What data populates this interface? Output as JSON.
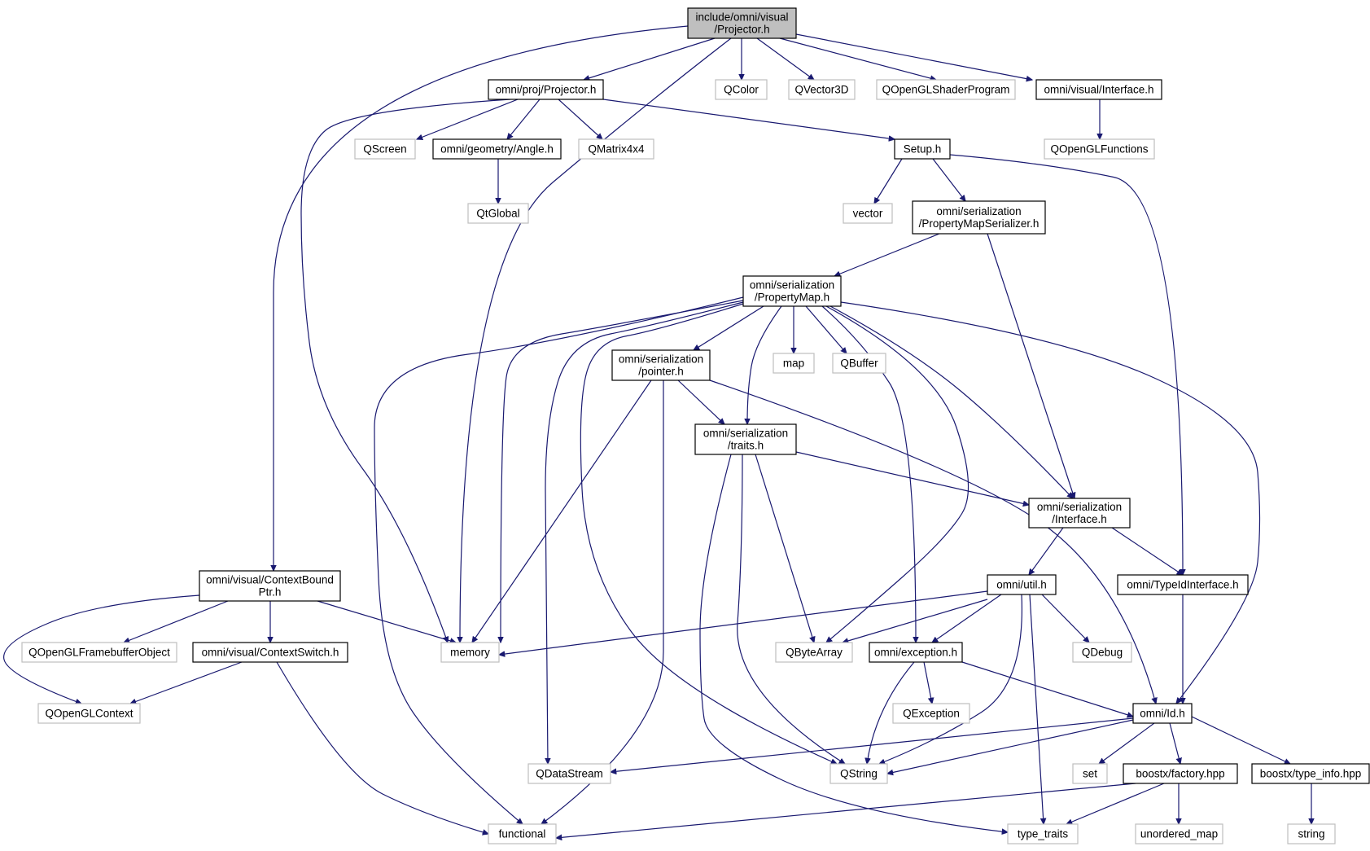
{
  "colors": {
    "edge": "#191970",
    "internal_border": "#000000",
    "external_border": "#bfbfbf",
    "root_fill": "#bfbfbf",
    "background": "#ffffff"
  },
  "nodes": [
    {
      "id": "root",
      "lines": [
        "include/omni/visual",
        "/Projector.h"
      ],
      "kind": "root"
    },
    {
      "id": "projh",
      "lines": [
        "omni/proj/Projector.h"
      ],
      "kind": "internal"
    },
    {
      "id": "qcolor",
      "lines": [
        "QColor"
      ],
      "kind": "external"
    },
    {
      "id": "qvector3d",
      "lines": [
        "QVector3D"
      ],
      "kind": "external"
    },
    {
      "id": "qshader",
      "lines": [
        "QOpenGLShaderProgram"
      ],
      "kind": "external"
    },
    {
      "id": "visiface",
      "lines": [
        "omni/visual/Interface.h"
      ],
      "kind": "internal"
    },
    {
      "id": "qscreen",
      "lines": [
        "QScreen"
      ],
      "kind": "external"
    },
    {
      "id": "angle",
      "lines": [
        "omni/geometry/Angle.h"
      ],
      "kind": "internal"
    },
    {
      "id": "qmatrix",
      "lines": [
        "QMatrix4x4"
      ],
      "kind": "external"
    },
    {
      "id": "setup",
      "lines": [
        "Setup.h"
      ],
      "kind": "internal"
    },
    {
      "id": "qglfunc",
      "lines": [
        "QOpenGLFunctions"
      ],
      "kind": "external"
    },
    {
      "id": "qtglobal",
      "lines": [
        "QtGlobal"
      ],
      "kind": "external"
    },
    {
      "id": "vector",
      "lines": [
        "vector"
      ],
      "kind": "external"
    },
    {
      "id": "pmser",
      "lines": [
        "omni/serialization",
        "/PropertyMapSerializer.h"
      ],
      "kind": "internal"
    },
    {
      "id": "pm",
      "lines": [
        "omni/serialization",
        "/PropertyMap.h"
      ],
      "kind": "internal"
    },
    {
      "id": "ptr",
      "lines": [
        "omni/serialization",
        "/pointer.h"
      ],
      "kind": "internal"
    },
    {
      "id": "map",
      "lines": [
        "map"
      ],
      "kind": "external"
    },
    {
      "id": "qbuffer",
      "lines": [
        "QBuffer"
      ],
      "kind": "external"
    },
    {
      "id": "traits",
      "lines": [
        "omni/serialization",
        "/traits.h"
      ],
      "kind": "internal"
    },
    {
      "id": "seriface",
      "lines": [
        "omni/serialization",
        "/Interface.h"
      ],
      "kind": "internal"
    },
    {
      "id": "cbp",
      "lines": [
        "omni/visual/ContextBound",
        "Ptr.h"
      ],
      "kind": "internal"
    },
    {
      "id": "util",
      "lines": [
        "omni/util.h"
      ],
      "kind": "internal"
    },
    {
      "id": "typeid",
      "lines": [
        "omni/TypeIdInterface.h"
      ],
      "kind": "internal"
    },
    {
      "id": "qfbo",
      "lines": [
        "QOpenGLFramebufferObject"
      ],
      "kind": "external"
    },
    {
      "id": "ctxswitch",
      "lines": [
        "omni/visual/ContextSwitch.h"
      ],
      "kind": "internal"
    },
    {
      "id": "memory",
      "lines": [
        "memory"
      ],
      "kind": "external"
    },
    {
      "id": "qbytearray",
      "lines": [
        "QByteArray"
      ],
      "kind": "external"
    },
    {
      "id": "exc",
      "lines": [
        "omni/exception.h"
      ],
      "kind": "internal"
    },
    {
      "id": "qdebug",
      "lines": [
        "QDebug"
      ],
      "kind": "external"
    },
    {
      "id": "qglctx",
      "lines": [
        "QOpenGLContext"
      ],
      "kind": "external"
    },
    {
      "id": "qexception",
      "lines": [
        "QException"
      ],
      "kind": "external"
    },
    {
      "id": "idh",
      "lines": [
        "omni/Id.h"
      ],
      "kind": "internal"
    },
    {
      "id": "qdatastream",
      "lines": [
        "QDataStream"
      ],
      "kind": "external"
    },
    {
      "id": "qstring",
      "lines": [
        "QString"
      ],
      "kind": "external"
    },
    {
      "id": "set",
      "lines": [
        "set"
      ],
      "kind": "external"
    },
    {
      "id": "factory",
      "lines": [
        "boostx/factory.hpp"
      ],
      "kind": "internal"
    },
    {
      "id": "typeinfo",
      "lines": [
        "boostx/type_info.hpp"
      ],
      "kind": "internal"
    },
    {
      "id": "functional",
      "lines": [
        "functional"
      ],
      "kind": "external"
    },
    {
      "id": "typetraits",
      "lines": [
        "type_traits"
      ],
      "kind": "external"
    },
    {
      "id": "unordered",
      "lines": [
        "unordered_map"
      ],
      "kind": "external"
    },
    {
      "id": "string",
      "lines": [
        "string"
      ],
      "kind": "external"
    }
  ],
  "edges": [
    {
      "from": "root",
      "to": "cbp"
    },
    {
      "from": "root",
      "to": "projh"
    },
    {
      "from": "root",
      "to": "memory"
    },
    {
      "from": "root",
      "to": "qcolor"
    },
    {
      "from": "root",
      "to": "qvector3d"
    },
    {
      "from": "root",
      "to": "qshader"
    },
    {
      "from": "root",
      "to": "visiface"
    },
    {
      "from": "projh",
      "to": "memory"
    },
    {
      "from": "projh",
      "to": "qscreen"
    },
    {
      "from": "projh",
      "to": "angle"
    },
    {
      "from": "projh",
      "to": "qmatrix"
    },
    {
      "from": "projh",
      "to": "setup"
    },
    {
      "from": "visiface",
      "to": "qglfunc"
    },
    {
      "from": "angle",
      "to": "qtglobal"
    },
    {
      "from": "setup",
      "to": "vector"
    },
    {
      "from": "setup",
      "to": "pmser"
    },
    {
      "from": "setup",
      "to": "typeid"
    },
    {
      "from": "pmser",
      "to": "pm"
    },
    {
      "from": "pmser",
      "to": "seriface"
    },
    {
      "from": "pm",
      "to": "functional"
    },
    {
      "from": "pm",
      "to": "memory"
    },
    {
      "from": "pm",
      "to": "qdatastream"
    },
    {
      "from": "pm",
      "to": "qstring"
    },
    {
      "from": "pm",
      "to": "ptr"
    },
    {
      "from": "pm",
      "to": "traits"
    },
    {
      "from": "pm",
      "to": "map"
    },
    {
      "from": "pm",
      "to": "qbuffer"
    },
    {
      "from": "pm",
      "to": "exc"
    },
    {
      "from": "pm",
      "to": "qbytearray"
    },
    {
      "from": "pm",
      "to": "seriface"
    },
    {
      "from": "pm",
      "to": "idh"
    },
    {
      "from": "ptr",
      "to": "memory"
    },
    {
      "from": "ptr",
      "to": "functional"
    },
    {
      "from": "ptr",
      "to": "traits"
    },
    {
      "from": "ptr",
      "to": "idh"
    },
    {
      "from": "traits",
      "to": "seriface"
    },
    {
      "from": "traits",
      "to": "qbytearray"
    },
    {
      "from": "traits",
      "to": "qstring"
    },
    {
      "from": "traits",
      "to": "typetraits"
    },
    {
      "from": "seriface",
      "to": "util"
    },
    {
      "from": "seriface",
      "to": "typeid"
    },
    {
      "from": "cbp",
      "to": "qglctx"
    },
    {
      "from": "cbp",
      "to": "qfbo"
    },
    {
      "from": "cbp",
      "to": "ctxswitch"
    },
    {
      "from": "cbp",
      "to": "memory"
    },
    {
      "from": "ctxswitch",
      "to": "qglctx"
    },
    {
      "from": "ctxswitch",
      "to": "functional"
    },
    {
      "from": "util",
      "to": "memory"
    },
    {
      "from": "util",
      "to": "qbytearray"
    },
    {
      "from": "util",
      "to": "exc"
    },
    {
      "from": "util",
      "to": "qdebug"
    },
    {
      "from": "util",
      "to": "qstring"
    },
    {
      "from": "util",
      "to": "typetraits"
    },
    {
      "from": "typeid",
      "to": "idh"
    },
    {
      "from": "exc",
      "to": "qexception"
    },
    {
      "from": "exc",
      "to": "qstring"
    },
    {
      "from": "exc",
      "to": "idh"
    },
    {
      "from": "idh",
      "to": "qdatastream"
    },
    {
      "from": "idh",
      "to": "qstring"
    },
    {
      "from": "idh",
      "to": "set"
    },
    {
      "from": "idh",
      "to": "factory"
    },
    {
      "from": "idh",
      "to": "typeinfo"
    },
    {
      "from": "factory",
      "to": "functional"
    },
    {
      "from": "factory",
      "to": "typetraits"
    },
    {
      "from": "factory",
      "to": "unordered"
    },
    {
      "from": "typeinfo",
      "to": "string"
    }
  ]
}
